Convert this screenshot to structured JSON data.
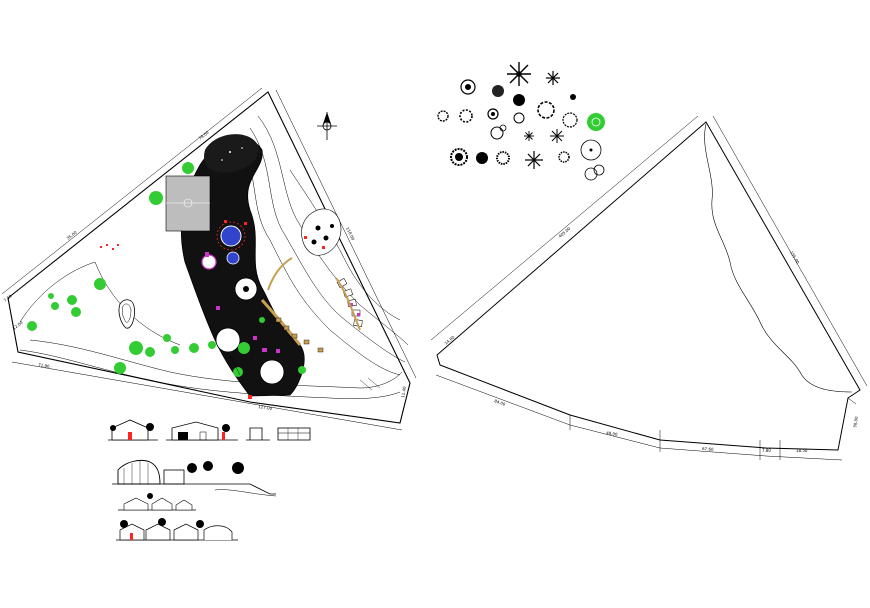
{
  "drawing": {
    "background": "#ffffff",
    "line_color": "#000000",
    "accent_colors": {
      "vegetation": "#33cc33",
      "water": "#3344cc",
      "buildings": "#cc33cc",
      "paths": "#c8a050",
      "highlight": "#ff2222"
    },
    "icons": {
      "north_arrow": "north-arrow-icon",
      "tree_symbol": "tree-symbol-icon",
      "palm_symbol": "palm-symbol-icon"
    }
  },
  "site_plan": {
    "dimensions": [
      "35.00",
      "78.00",
      "110.00",
      "71.90",
      "12.00",
      "127.00",
      "11.40",
      "7.10"
    ]
  },
  "topographic_plan": {
    "dimensions": [
      "405.00",
      "155.00",
      "14.00",
      "84.00",
      "48.00",
      "67.60",
      "7.80",
      "18.50",
      "30.00"
    ]
  }
}
